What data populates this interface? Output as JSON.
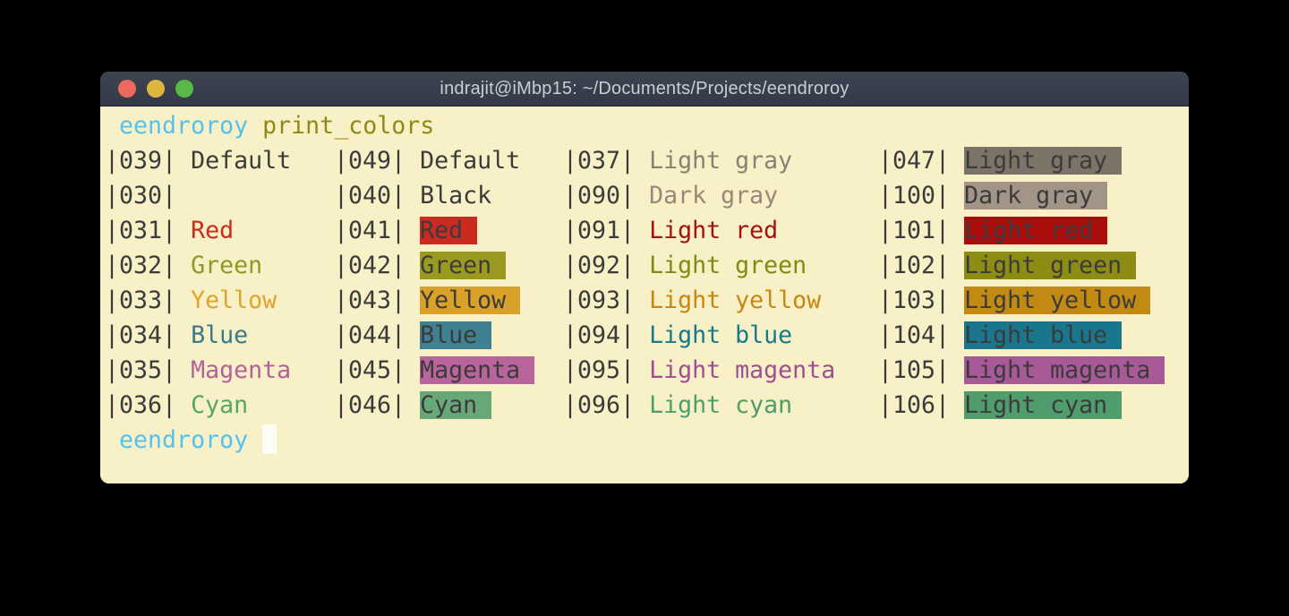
{
  "window": {
    "title": "indrajit@iMbp15: ~/Documents/Projects/eendroroy",
    "traffic_lights": [
      {
        "name": "close",
        "color": "#ec6a5e"
      },
      {
        "name": "minimize",
        "color": "#ddb63f"
      },
      {
        "name": "zoom",
        "color": "#58ba46"
      }
    ],
    "titlebar_color": "#373e49",
    "background_color": "#f8f0c6"
  },
  "terminal": {
    "prompt": {
      "user": "eendroroy",
      "command": "print_colors"
    },
    "bottom_prompt_user": "eendroroy",
    "palette": {
      "default": "#3b3b3b",
      "prompt_user": "#56c1ee",
      "prompt_command": "#8e8a14",
      "cursor": "#fdfdf6",
      "red": "#cc2b20",
      "green": "#8d9a24",
      "yellow": "#e0a32b",
      "blue": "#39798c",
      "magenta": "#b4619a",
      "cyan": "#57a566",
      "light_gray": "#8a8172",
      "dark_gray": "#97897a",
      "light_red": "#a31111",
      "light_green": "#7f8c10",
      "light_yellow": "#c8870f",
      "light_blue": "#17798e",
      "light_magenta": "#a04e93",
      "light_cyan": "#4e9e6b",
      "bg_red": "#cc2a21",
      "bg_green": "#9a9a20",
      "bg_yellow": "#daa129",
      "bg_blue": "#3f8191",
      "bg_magenta": "#ba649c",
      "bg_cyan": "#68a878",
      "bg_light_gray": "#7d7468",
      "bg_dark_gray": "#a29486",
      "bg_light_red": "#ab0c0c",
      "bg_light_green": "#8d8d13",
      "bg_light_yellow": "#c28a12",
      "bg_light_blue": "#19768c",
      "bg_light_magenta": "#a85997",
      "bg_light_cyan": "#4f9c6d"
    },
    "rows": [
      {
        "cells": [
          {
            "code": "|039|",
            "label": "Default",
            "fg": null,
            "bg": null
          },
          {
            "code": "|049|",
            "label": "Default",
            "fg": null,
            "bg": null
          },
          {
            "code": "|037|",
            "label": "Light gray",
            "fg": "light_gray",
            "bg": null
          },
          {
            "code": "|047|",
            "label": "Light gray",
            "fg": null,
            "bg": "bg_light_gray"
          }
        ]
      },
      {
        "cells": [
          {
            "code": "|030|",
            "label": "",
            "fg": null,
            "bg": null
          },
          {
            "code": "|040|",
            "label": "Black",
            "fg": null,
            "bg": null
          },
          {
            "code": "|090|",
            "label": "Dark gray",
            "fg": "dark_gray",
            "bg": null
          },
          {
            "code": "|100|",
            "label": "Dark gray",
            "fg": null,
            "bg": "bg_dark_gray"
          }
        ]
      },
      {
        "cells": [
          {
            "code": "|031|",
            "label": "Red",
            "fg": "red",
            "bg": null
          },
          {
            "code": "|041|",
            "label": "Red",
            "fg": null,
            "bg": "bg_red"
          },
          {
            "code": "|091|",
            "label": "Light red",
            "fg": "light_red",
            "bg": null
          },
          {
            "code": "|101|",
            "label": "Light red",
            "fg": null,
            "bg": "bg_light_red"
          }
        ]
      },
      {
        "cells": [
          {
            "code": "|032|",
            "label": "Green",
            "fg": "green",
            "bg": null
          },
          {
            "code": "|042|",
            "label": "Green",
            "fg": null,
            "bg": "bg_green"
          },
          {
            "code": "|092|",
            "label": "Light green",
            "fg": "light_green",
            "bg": null
          },
          {
            "code": "|102|",
            "label": "Light green",
            "fg": null,
            "bg": "bg_light_green"
          }
        ]
      },
      {
        "cells": [
          {
            "code": "|033|",
            "label": "Yellow",
            "fg": "yellow",
            "bg": null
          },
          {
            "code": "|043|",
            "label": "Yellow",
            "fg": null,
            "bg": "bg_yellow"
          },
          {
            "code": "|093|",
            "label": "Light yellow",
            "fg": "light_yellow",
            "bg": null
          },
          {
            "code": "|103|",
            "label": "Light yellow",
            "fg": null,
            "bg": "bg_light_yellow"
          }
        ]
      },
      {
        "cells": [
          {
            "code": "|034|",
            "label": "Blue",
            "fg": "blue",
            "bg": null
          },
          {
            "code": "|044|",
            "label": "Blue",
            "fg": null,
            "bg": "bg_blue"
          },
          {
            "code": "|094|",
            "label": "Light blue",
            "fg": "light_blue",
            "bg": null
          },
          {
            "code": "|104|",
            "label": "Light blue",
            "fg": null,
            "bg": "bg_light_blue"
          }
        ]
      },
      {
        "cells": [
          {
            "code": "|035|",
            "label": "Magenta",
            "fg": "magenta",
            "bg": null
          },
          {
            "code": "|045|",
            "label": "Magenta",
            "fg": null,
            "bg": "bg_magenta"
          },
          {
            "code": "|095|",
            "label": "Light magenta",
            "fg": "light_magenta",
            "bg": null
          },
          {
            "code": "|105|",
            "label": "Light magenta",
            "fg": null,
            "bg": "bg_light_magenta"
          }
        ]
      },
      {
        "cells": [
          {
            "code": "|036|",
            "label": "Cyan",
            "fg": "cyan",
            "bg": null
          },
          {
            "code": "|046|",
            "label": "Cyan",
            "fg": null,
            "bg": "bg_cyan"
          },
          {
            "code": "|096|",
            "label": "Light cyan",
            "fg": "light_cyan",
            "bg": null
          },
          {
            "code": "|106|",
            "label": "Light cyan",
            "fg": null,
            "bg": "bg_light_cyan"
          }
        ]
      }
    ]
  }
}
